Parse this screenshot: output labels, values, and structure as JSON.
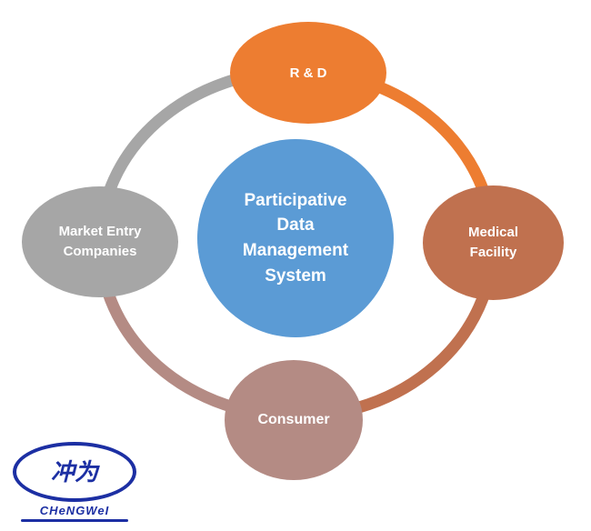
{
  "diagram": {
    "center": {
      "label": "Participative Data Management System",
      "lines": [
        "Participative",
        "Data",
        "Management",
        "System"
      ],
      "color": "#5B9BD5"
    },
    "nodes": {
      "rd": {
        "label": "R & D",
        "color": "#ED7D31"
      },
      "medical": {
        "label": "Medical Facility",
        "lines": [
          "Medical",
          "Facility"
        ],
        "color": "#C0714F"
      },
      "consumer": {
        "label": "Consumer",
        "color": "#B48B84"
      },
      "market": {
        "label": "Market Entry Companies",
        "lines": [
          "Market Entry",
          "Companies"
        ],
        "color": "#A6A6A6"
      }
    },
    "ring": {
      "top_left": "#A6A6A6",
      "top_right": "#ED7D31",
      "bottom_right": "#C0714F",
      "bottom_left": "#B48B84"
    }
  },
  "logo": {
    "cjk": "冲为",
    "latin": "CHeNGWeI",
    "color": "#1C2FA3"
  }
}
